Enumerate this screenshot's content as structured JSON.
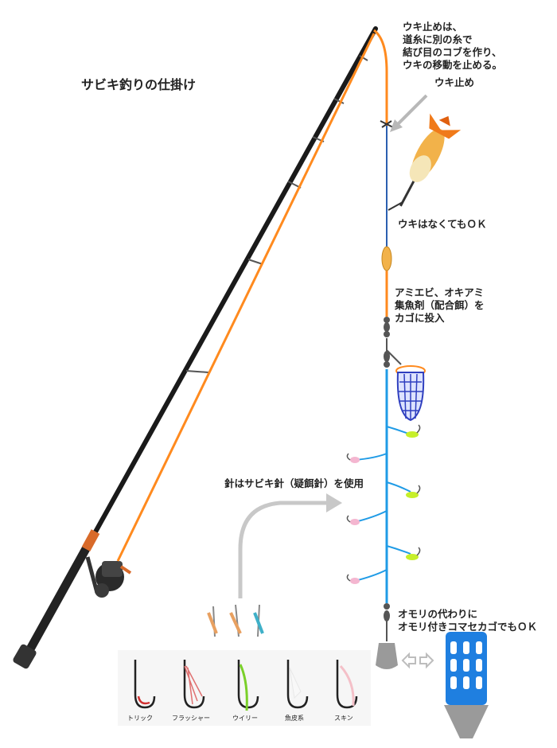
{
  "title": "サビキ釣りの仕掛け",
  "notes": {
    "uki_tome_desc": [
      "ウキ止めは、",
      "道糸に別の糸で",
      "結び目のコブを作り、",
      "ウキの移動を止める。"
    ],
    "uki_tome": "ウキ止め",
    "uki_optional": "ウキはなくてもＯＫ",
    "chum": [
      "アミエビ、オキアミ",
      "集魚剤（配合餌）を",
      "カゴに投入"
    ],
    "hook_use": "針はサビキ針（疑餌針）を使用",
    "sinker": [
      "オモリの代わりに",
      "オモリ付きコマセカゴでもＯＫ"
    ]
  },
  "hook_types": [
    "トリック",
    "フラッシャー",
    "ウイリー",
    "魚皮系",
    "スキン"
  ],
  "colors": {
    "main_line": "#ff8a1e",
    "upper_line": "#2b5fb0",
    "sabiki_line": "#1f9be6",
    "arrow": "#b8b8b8",
    "basket": "#2f3fbf",
    "komase_cage": "#1f7fe0"
  }
}
